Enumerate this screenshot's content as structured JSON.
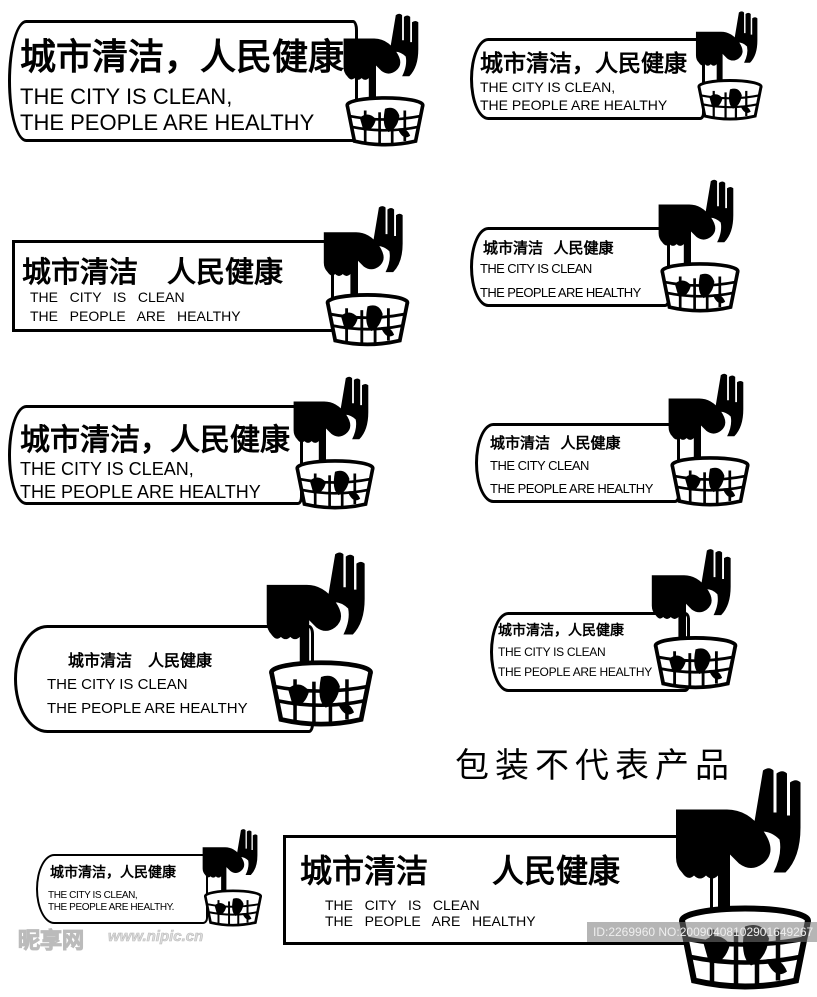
{
  "signs": [
    {
      "id": "sign-1",
      "cn": "城市清洁，人民健康",
      "en_line1": "THE CITY IS CLEAN,",
      "en_line2": "THE PEOPLE ARE HEALTHY"
    },
    {
      "id": "sign-2",
      "cn": "城市清洁，人民健康",
      "en_line1": "THE CITY IS CLEAN,",
      "en_line2": "THE PEOPLE ARE HEALTHY"
    },
    {
      "id": "sign-3",
      "cn": "城市清洁　人民健康",
      "en_line1": "THE   CITY   IS   CLEAN",
      "en_line2": "THE   PEOPLE   ARE   HEALTHY"
    },
    {
      "id": "sign-4",
      "cn": "城市清洁  人民健康",
      "en_line1": "THE CITY IS CLEAN",
      "en_line2": "THE PEOPLE ARE HEALTHY"
    },
    {
      "id": "sign-5",
      "cn": "城市清洁，人民健康",
      "en_line1": "THE CITY IS CLEAN,",
      "en_line2": "THE PEOPLE ARE HEALTHY"
    },
    {
      "id": "sign-6",
      "cn": "城市清洁  人民健康",
      "en_line1": "THE CITY CLEAN",
      "en_line2": "THE PEOPLE ARE HEALTHY"
    },
    {
      "id": "sign-7",
      "cn": "城市清洁　人民健康",
      "en_line1": "THE CITY IS CLEAN",
      "en_line2": "THE PEOPLE ARE HEALTHY"
    },
    {
      "id": "sign-8",
      "cn": "城市清洁，人民健康",
      "en_line1": "THE CITY IS CLEAN",
      "en_line2": "THE PEOPLE ARE HEALTHY"
    },
    {
      "id": "sign-9",
      "cn": "城市清洁，人民健康",
      "en_line1": "THE CITY IS CLEAN,",
      "en_line2": "THE PEOPLE ARE HEALTHY."
    },
    {
      "id": "sign-10",
      "cn": "城市清洁　　人民健康",
      "en_line1": "THE   CITY   IS   CLEAN",
      "en_line2": "THE   PEOPLE   ARE   HEALTHY"
    }
  ],
  "tagline": "包装不代表产品",
  "watermark": {
    "logo": "昵享网",
    "url": "www.nipic.cn",
    "id_text": "ID:2269960 NO:20090408102901649267"
  },
  "colors": {
    "ink": "#000000",
    "paper": "#ffffff",
    "watermark_bar": "#8a8a8a"
  }
}
